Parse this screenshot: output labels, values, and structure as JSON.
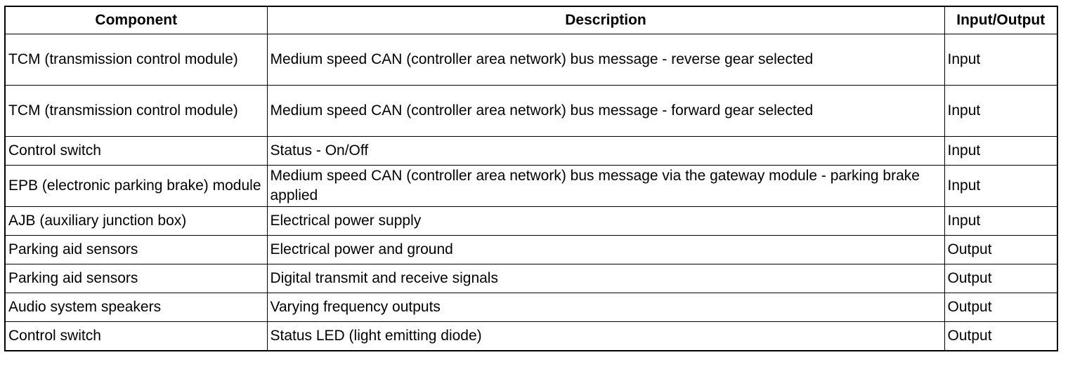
{
  "table": {
    "headers": [
      "Component",
      "Description",
      "Input/Output"
    ],
    "rows": [
      {
        "component": "TCM (transmission control module)",
        "description": "Medium speed CAN (controller area network) bus message - reverse gear selected",
        "io": "Input"
      },
      {
        "component": "TCM (transmission control module)",
        "description": "Medium speed CAN (controller area network) bus message - forward gear selected",
        "io": "Input"
      },
      {
        "component": "Control switch",
        "description": "Status - On/Off",
        "io": "Input"
      },
      {
        "component": "EPB (electronic parking brake) module",
        "description": "Medium speed CAN (controller area network) bus message via the gateway module - parking brake applied",
        "io": "Input"
      },
      {
        "component": "AJB (auxiliary junction box)",
        "description": "Electrical power supply",
        "io": "Input"
      },
      {
        "component": "Parking aid sensors",
        "description": "Electrical power and ground",
        "io": "Output"
      },
      {
        "component": "Parking aid sensors",
        "description": "Digital transmit and receive signals",
        "io": "Output"
      },
      {
        "component": "Audio system speakers",
        "description": "Varying frequency outputs",
        "io": "Output"
      },
      {
        "component": "Control switch",
        "description": "Status LED (light emitting diode)",
        "io": "Output"
      }
    ]
  }
}
